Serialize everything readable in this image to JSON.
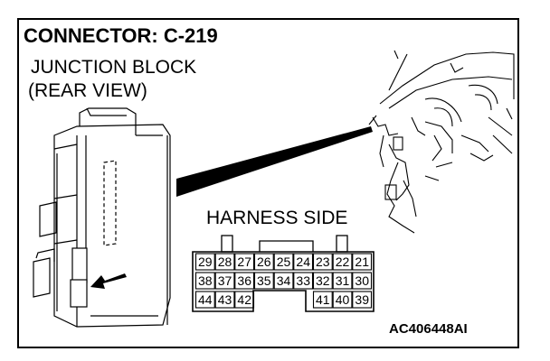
{
  "header": {
    "title": "CONNECTOR: C-219",
    "component_line1": "JUNCTION BLOCK",
    "component_line2": "(REAR VIEW)"
  },
  "connector": {
    "label": "HARNESS SIDE",
    "rows": [
      [
        "29",
        "28",
        "27",
        "26",
        "25",
        "24",
        "23",
        "22",
        "21"
      ],
      [
        "38",
        "37",
        "36",
        "35",
        "34",
        "33",
        "32",
        "31",
        "30"
      ],
      [
        "44",
        "43",
        "42",
        "41",
        "40",
        "39"
      ]
    ]
  },
  "figure_code": "AC406448AI"
}
